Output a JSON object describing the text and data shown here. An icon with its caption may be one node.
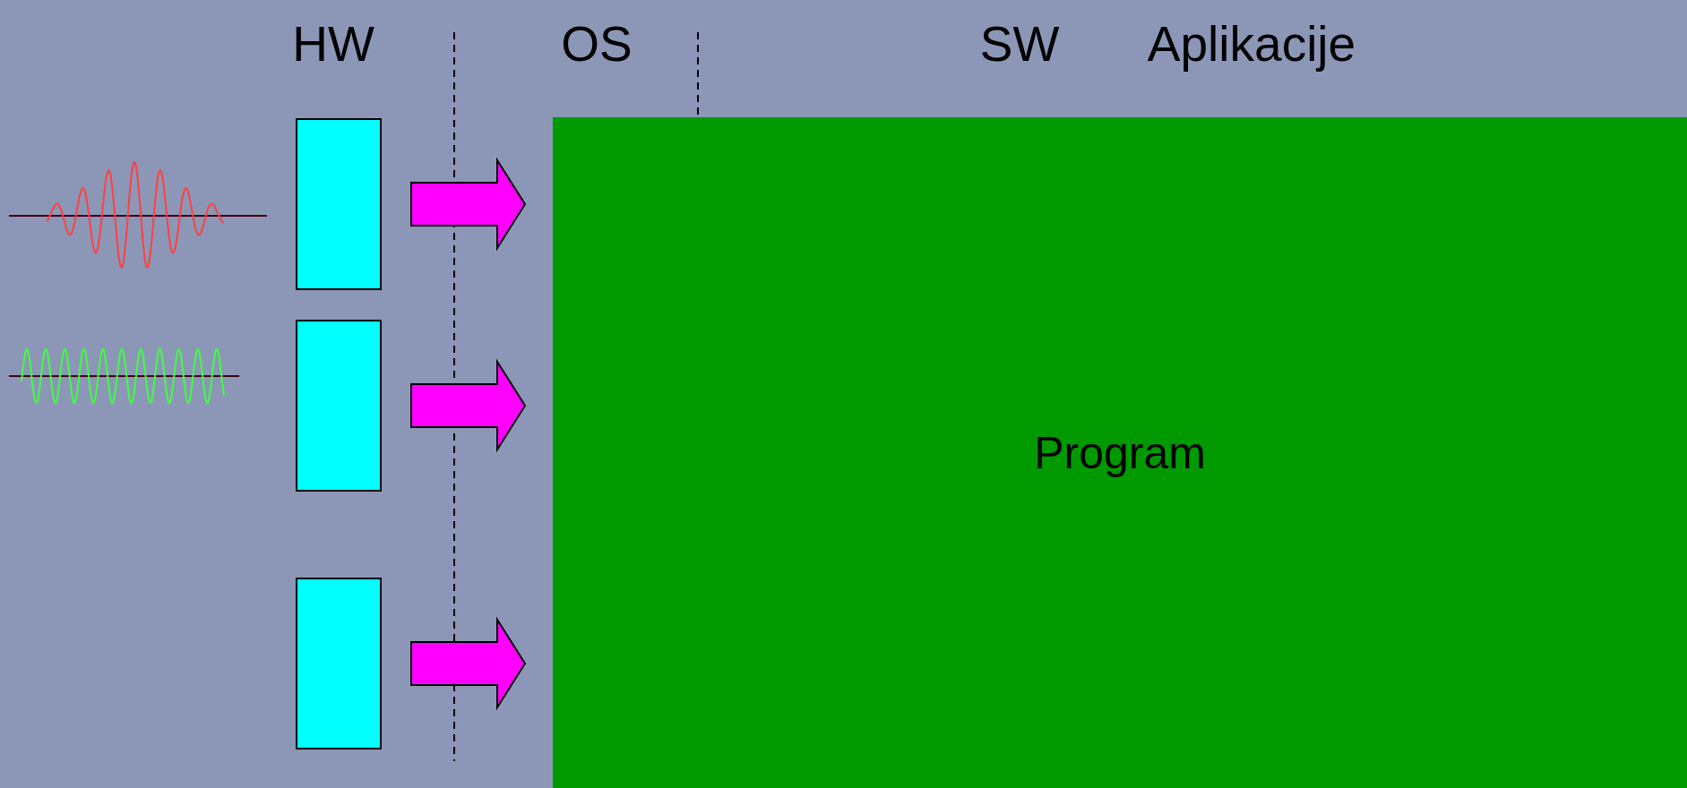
{
  "diagram": {
    "nodes": [
      {
        "text": [],
        "shape": "box"
      },
      {
        "text": [],
        "shape": "box"
      },
      {
        "text": [],
        "shape": "box"
      },
      {
        "text": [
          "Program"
        ]
      }
    ],
    "edges": [
      {
        "from": 0,
        "to": 3,
        "arrow": "to"
      },
      {
        "from": 1,
        "to": 3,
        "arrow": "to"
      },
      {
        "from": 2,
        "to": 3,
        "arrow": "to"
      }
    ],
    "labels": [
      "HW",
      "OS",
      "SW",
      "Aplikacije"
    ]
  }
}
